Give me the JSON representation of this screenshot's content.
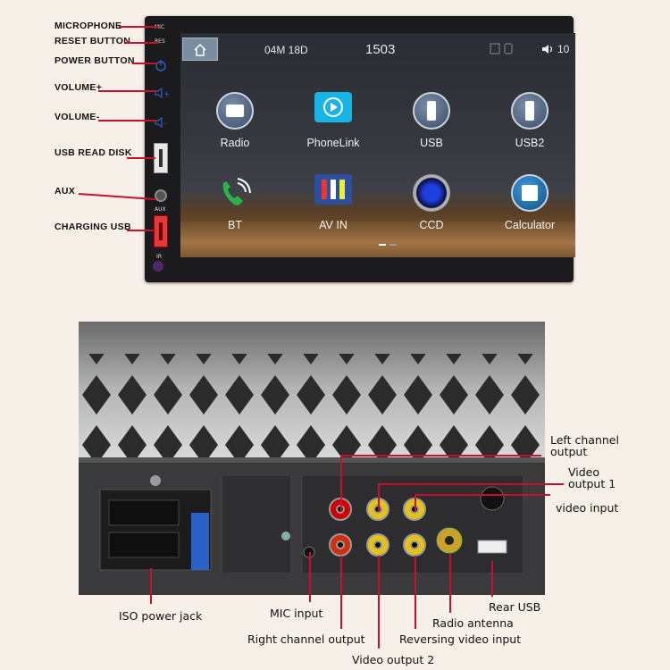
{
  "front_labels": {
    "microphone": "MICROPHONE",
    "reset": "RESET BUTTON",
    "power": "POWER BUTTON",
    "volume_up": "VOLUME+",
    "volume_down": "VOLUME-",
    "usb_read": "USB READ DISK",
    "aux": "AUX",
    "charging_usb": "CHARGING USB"
  },
  "panel_marks": {
    "mic": "MIC",
    "res": "RES",
    "aux": "AUX",
    "ir": "IR"
  },
  "status_bar": {
    "date": "04M 18D",
    "time": "1503",
    "volume": "10"
  },
  "apps": [
    {
      "label": "Radio",
      "icon": "radio-icon"
    },
    {
      "label": "PhoneLink",
      "icon": "phonelink-icon"
    },
    {
      "label": "USB",
      "icon": "usb-icon"
    },
    {
      "label": "USB2",
      "icon": "usb2-icon"
    },
    {
      "label": "BT",
      "icon": "bluetooth-phone-icon"
    },
    {
      "label": "AV IN",
      "icon": "av-in-icon"
    },
    {
      "label": "CCD",
      "icon": "camera-icon"
    },
    {
      "label": "Calculator",
      "icon": "calculator-icon"
    }
  ],
  "rear_labels": {
    "left_channel": "Left channel\noutput",
    "video_out1": "Video\noutput 1",
    "video_in": "video input",
    "rear_usb": "Rear USB",
    "iso": "ISO power jack",
    "mic_in": "MIC input",
    "right_channel": "Right channel output",
    "video_out2": "Video output 2",
    "radio_antenna": "Radio antenna",
    "reversing": "Reversing video input"
  },
  "colors": {
    "accent_line": "#c8102e",
    "background": "#f7f0e8"
  }
}
